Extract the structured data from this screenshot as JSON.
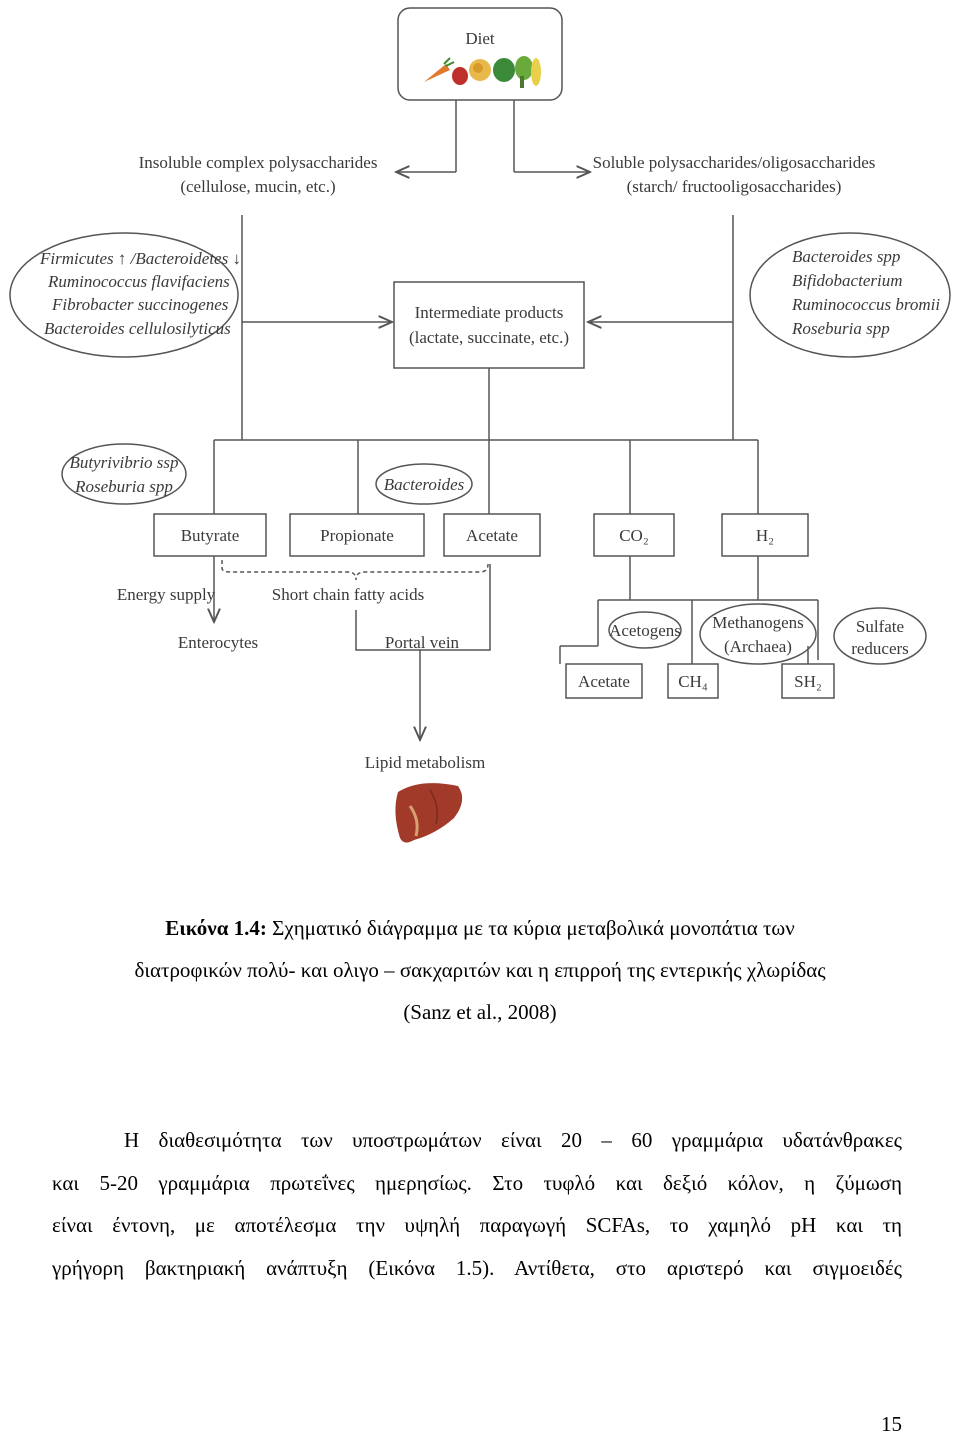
{
  "diagram": {
    "diet": "Diet",
    "insoluble_1": "Insoluble complex polysaccharides",
    "insoluble_2": "(cellulose, mucin, etc.)",
    "soluble_1": "Soluble polysaccharides/oligosaccharides",
    "soluble_2": "(starch/ fructooligosaccharides)",
    "left_bacteria": [
      "Firmicutes ↑ /Bacteroidetes ↓",
      "Ruminococcus flavifaciens",
      "Fibrobacter succinogenes",
      "Bacteroides cellulosilyticus"
    ],
    "right_bacteria": [
      "Bacteroides spp",
      "Bifidobacterium",
      "Ruminococcus bromii",
      "Roseburia spp"
    ],
    "intermediate_1": "Intermediate products",
    "intermediate_2": "(lactate, succinate, etc.)",
    "butyrate_bacteria": [
      "Butyrivibrio ssp",
      "Roseburia spp"
    ],
    "bacteroides": "Bacteroides",
    "butyrate": "Butyrate",
    "propionate": "Propionate",
    "acetate": "Acetate",
    "co2": "CO₂",
    "h2": "H₂",
    "energy_supply": "Energy supply",
    "scfa": "Short chain fatty acids",
    "enterocytes": "Enterocytes",
    "portal_vein": "Portal vein",
    "acetogens": "Acetogens",
    "methanogens_1": "Methanogens",
    "methanogens_2": "(Archaea)",
    "sulfate_1": "Sulfate",
    "sulfate_2": "reducers",
    "acetate_out": "Acetate",
    "ch4": "CH₄",
    "sh2": "SH₂",
    "lipid": "Lipid metabolism"
  },
  "caption": {
    "label": "Εικόνα 1.4:",
    "line1_rest": " Σχηματικό διάγραμμα με τα κύρια μεταβολικά μονοπάτια των",
    "line2": "διατροφικών πολύ- και ολιγο – σακχαριτών και η επιρροή της εντερικής χλωρίδας",
    "line3": "(Sanz et al., 2008)"
  },
  "body": {
    "line1": "Η διαθεσιμότητα των υποστρωμάτων είναι 20 – 60 γραμμάρια υδατάνθρακες",
    "line2": "και 5-20 γραμμάρια πρωτεΐνες ημερησίως. Στο τυφλό και δεξιό κόλον, η ζύμωση",
    "line3": "είναι έντονη, με αποτέλεσμα την υψηλή παραγωγή SCFAs, το χαμηλό pH και τη",
    "line4": "γρήγορη βακτηριακή ανάπτυξη (Εικόνα 1.5). Αντίθετα, στο αριστερό και σιγμοειδές"
  },
  "page_number": "15"
}
